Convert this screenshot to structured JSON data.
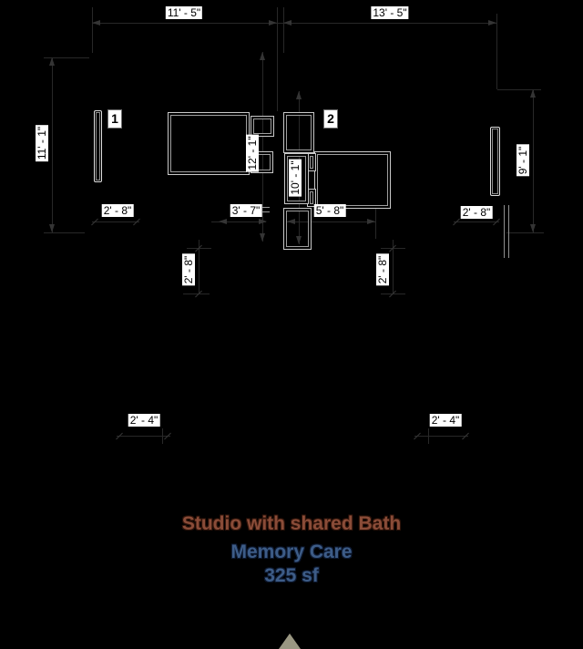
{
  "drawing": {
    "rooms": [
      {
        "number": "1"
      },
      {
        "number": "2"
      }
    ],
    "dims": {
      "top_left": "11' - 5\"",
      "top_right": "13' - 5\"",
      "left_height": "11' - 1\"",
      "right_height": "9' - 1\"",
      "bed_wall": "12' - 1\"",
      "bath_wall": "10' - 1\"",
      "two_eight": "2' - 8\"",
      "three_seven": "3' - 7\"",
      "five_eight": "5' - 8\"",
      "two_four": "2' - 4\""
    },
    "title": {
      "unit_type": "Studio with shared Bath",
      "program": "Memory Care",
      "area": "325 sf"
    },
    "colors": {
      "background": "#000000",
      "dimension_lines": "#282828",
      "wall_lines": "#c8c8c8",
      "label_background": "#ffffff",
      "label_text": "#000000",
      "unit_type_text": "#8a4c38",
      "program_text": "#3d5c87",
      "north_arrow": "#9a9782"
    }
  }
}
